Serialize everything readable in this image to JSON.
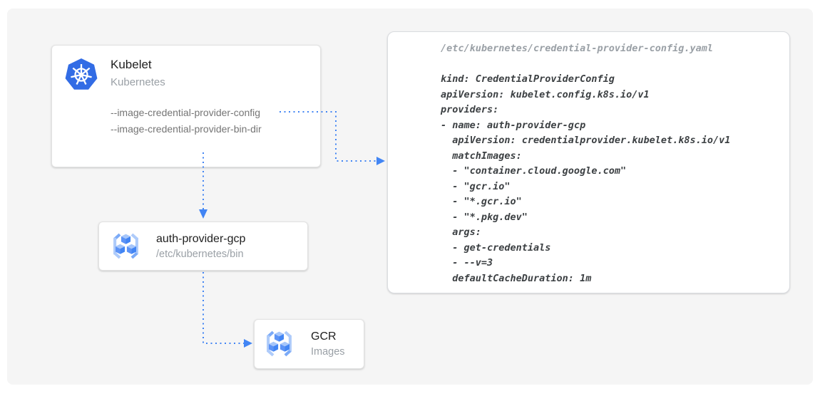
{
  "colors": {
    "arrow": "#4285f4",
    "kubernetes_blue": "#326ce5",
    "canvas_bg": "#f5f5f5"
  },
  "nodes": {
    "kubelet": {
      "title": "Kubelet",
      "subtitle": "Kubernetes",
      "flags": [
        "--image-credential-provider-config",
        "--image-credential-provider-bin-dir"
      ]
    },
    "auth_provider": {
      "title": "auth-provider-gcp",
      "subtitle": "/etc/kubernetes/bin"
    },
    "gcr": {
      "title": "GCR",
      "subtitle": "Images"
    }
  },
  "code_panel": {
    "filename": "/etc/kubernetes/credential-provider-config.yaml",
    "code_lines": [
      "kind: CredentialProviderConfig",
      "apiVersion: kubelet.config.k8s.io/v1",
      "providers:",
      "- name: auth-provider-gcp",
      "  apiVersion: credentialprovider.kubelet.k8s.io/v1",
      "  matchImages:",
      "  - \"container.cloud.google.com\"",
      "  - \"gcr.io\"",
      "  - \"*.gcr.io\"",
      "  - \"*.pkg.dev\"",
      "  args:",
      "  - get-credentials",
      "  - --v=3",
      "  defaultCacheDuration: 1m"
    ]
  }
}
